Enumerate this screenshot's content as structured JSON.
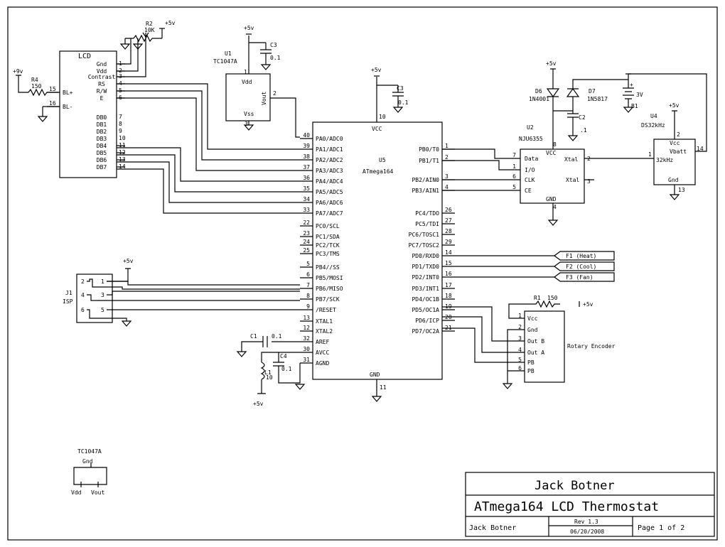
{
  "title_block": {
    "author_large": "Jack Botner",
    "project": "ATmega164 LCD Thermostat",
    "author_small": "Jack Botner",
    "rev": "Rev 1.3",
    "date": "06/20/2008",
    "page": "Page 1 of 2"
  },
  "power": {
    "p5": "+5v",
    "p9": "+9v"
  },
  "lcd": {
    "name": "LCD",
    "left_pins": [
      {
        "num": "15",
        "name": "BL+"
      },
      {
        "num": "16",
        "name": "BL-"
      }
    ],
    "right_pins": [
      {
        "num": "1",
        "name": "Gnd"
      },
      {
        "num": "2",
        "name": "Vdd"
      },
      {
        "num": "3",
        "name": "Contrast"
      },
      {
        "num": "4",
        "name": "RS"
      },
      {
        "num": "5",
        "name": "R/W"
      },
      {
        "num": "6",
        "name": "E"
      },
      {
        "num": "7",
        "name": "DB0"
      },
      {
        "num": "8",
        "name": "DB1"
      },
      {
        "num": "9",
        "name": "DB2"
      },
      {
        "num": "10",
        "name": "DB3"
      },
      {
        "num": "11",
        "name": "DB4"
      },
      {
        "num": "12",
        "name": "DB5"
      },
      {
        "num": "13",
        "name": "DB6"
      },
      {
        "num": "14",
        "name": "DB7"
      }
    ]
  },
  "r2": {
    "ref": "R2",
    "value": "10K"
  },
  "r4": {
    "ref": "R4",
    "value": "150"
  },
  "u1": {
    "ref": "U1",
    "part": "TC1047A",
    "vdd": "Vdd",
    "vout": "Vout",
    "vss": "Vss",
    "pin_vdd": "1",
    "pin_vout": "2",
    "pin_vss": "3"
  },
  "c3a": {
    "ref": "C3",
    "value": "0.1"
  },
  "c3b": {
    "ref": "C3",
    "value": "0.1"
  },
  "u5": {
    "ref": "U5",
    "part": "ATmega164",
    "vcc": "VCC",
    "gnd": "GND",
    "vcc_pin": "10",
    "gnd_pin": "11",
    "left_pins": [
      {
        "num": "40",
        "name": "PA0/ADC0"
      },
      {
        "num": "39",
        "name": "PA1/ADC1"
      },
      {
        "num": "38",
        "name": "PA2/ADC2"
      },
      {
        "num": "37",
        "name": "PA3/ADC3"
      },
      {
        "num": "36",
        "name": "PA4/ADC4"
      },
      {
        "num": "35",
        "name": "PA5/ADC5"
      },
      {
        "num": "34",
        "name": "PA6/ADC6"
      },
      {
        "num": "33",
        "name": "PA7/ADC7"
      },
      {
        "num": "22",
        "name": "PC0/SCL"
      },
      {
        "num": "23",
        "name": "PC1/SDA"
      },
      {
        "num": "24",
        "name": "PC2/TCK"
      },
      {
        "num": "25",
        "name": "PC3/TMS"
      },
      {
        "num": "5",
        "name": "PB4//SS"
      },
      {
        "num": "6",
        "name": "PB5/MOSI"
      },
      {
        "num": "7",
        "name": "PB6/MISO"
      },
      {
        "num": "8",
        "name": "PB7/SCK"
      },
      {
        "num": "9",
        "name": "/RESET"
      },
      {
        "num": "13",
        "name": "XTAL1"
      },
      {
        "num": "12",
        "name": "XTAL2"
      },
      {
        "num": "32",
        "name": "AREF"
      },
      {
        "num": "30",
        "name": "AVCC"
      },
      {
        "num": "31",
        "name": "AGND"
      }
    ],
    "right_pins": [
      {
        "num": "1",
        "name": "PB0/T0"
      },
      {
        "num": "2",
        "name": "PB1/T1"
      },
      {
        "num": "3",
        "name": "PB2/AIN0"
      },
      {
        "num": "4",
        "name": "PB3/AIN1"
      },
      {
        "num": "26",
        "name": "PC4/TDO"
      },
      {
        "num": "27",
        "name": "PC5/TDI"
      },
      {
        "num": "28",
        "name": "PC6/TOSC1"
      },
      {
        "num": "29",
        "name": "PC7/TOSC2"
      },
      {
        "num": "14",
        "name": "PD0/RXD0"
      },
      {
        "num": "15",
        "name": "PD1/TXD0"
      },
      {
        "num": "16",
        "name": "PD2/INT0"
      },
      {
        "num": "17",
        "name": "PD3/INT1"
      },
      {
        "num": "18",
        "name": "PD4/OC1B"
      },
      {
        "num": "19",
        "name": "PD5/OC1A"
      },
      {
        "num": "20",
        "name": "PD6/ICP"
      },
      {
        "num": "21",
        "name": "PD7/OC2A"
      }
    ]
  },
  "u2": {
    "ref": "U2",
    "part": "NJU6355",
    "vcc": "VCC",
    "gnd": "GND",
    "vcc_pin": "8",
    "gnd_pin": "4",
    "left_pins": [
      {
        "num": "7",
        "name": "Data"
      },
      {
        "num": "1",
        "name": "I/O"
      },
      {
        "num": "6",
        "name": "CLK"
      },
      {
        "num": "5",
        "name": "CE"
      }
    ],
    "xtal1": "Xtal",
    "xtal2": "Xtal",
    "xtal1_pin": "2",
    "xtal2_pin": "3"
  },
  "d6": {
    "ref": "D6",
    "part": "1N4001"
  },
  "d7": {
    "ref": "D7",
    "part": "1N5817"
  },
  "b1": {
    "ref": "B1",
    "value": "3V",
    "plus": "+"
  },
  "c2": {
    "ref": "C2",
    "value": ".1"
  },
  "u4": {
    "ref": "U4",
    "part": "DS32kHz",
    "vcc": "Vcc",
    "vbatt": "Vbatt",
    "out": "32kHz",
    "gnd": "Gnd",
    "pin_vcc": "2",
    "pin_vbatt": "14",
    "pin_out": "1",
    "pin_gnd": "13"
  },
  "j1": {
    "ref": "J1",
    "name": "ISP",
    "pins": [
      "1",
      "2",
      "3",
      "4",
      "5",
      "6"
    ]
  },
  "flags": [
    {
      "label": "F1 (Heat)"
    },
    {
      "label": "F2 (Cool)"
    },
    {
      "label": "F3 (Fan)"
    }
  ],
  "r1": {
    "ref": "R1",
    "value": "150"
  },
  "encoder": {
    "name": "Rotary Encoder",
    "pins": [
      {
        "num": "1",
        "name": "Vcc"
      },
      {
        "num": "2",
        "name": "Gnd"
      },
      {
        "num": "3",
        "name": "Out B"
      },
      {
        "num": "4",
        "name": "Out A"
      },
      {
        "num": "5",
        "name": "PB"
      },
      {
        "num": "6",
        "name": "PB"
      }
    ]
  },
  "c1": {
    "ref": "C1",
    "value": "0.1"
  },
  "c4": {
    "ref": "C4",
    "value": "0.1"
  },
  "l1": {
    "ref": "L1",
    "value": "10"
  },
  "legend": {
    "part": "TC1047A",
    "gnd": "Gnd",
    "vdd": "Vdd",
    "vout": "Vout"
  }
}
